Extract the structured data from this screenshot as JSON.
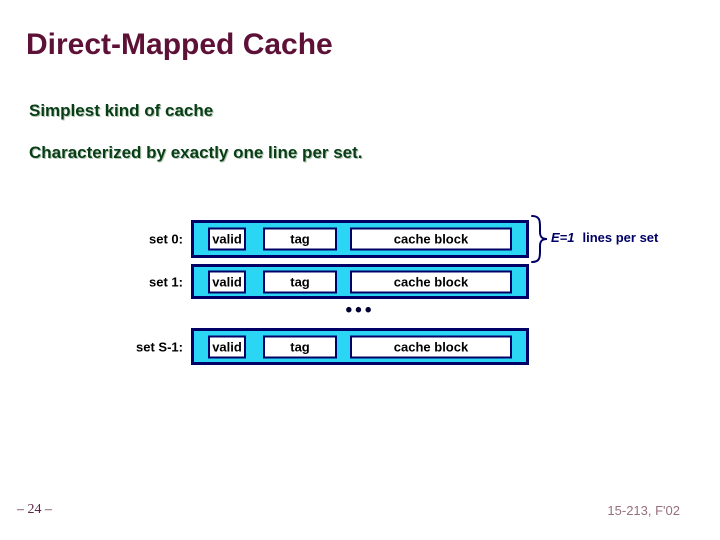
{
  "slide": {
    "title": "Direct-Mapped Cache",
    "bullets": [
      "Simplest kind of cache",
      "Characterized by exactly one line per set."
    ],
    "page_number": "– 24 –",
    "course_footer": "15-213, F'02"
  },
  "diagram": {
    "rows": [
      {
        "label": "set 0:",
        "cells": [
          "valid",
          "tag",
          "cache block"
        ]
      },
      {
        "label": "set 1:",
        "cells": [
          "valid",
          "tag",
          "cache block"
        ]
      },
      {
        "label": "set S-1:",
        "cells": [
          "valid",
          "tag",
          "cache block"
        ]
      }
    ],
    "ellipsis": "•••",
    "annotation": {
      "emphasis": "E=1",
      "text": "lines per set"
    },
    "colors": {
      "title": "#5E1137",
      "body_text": "#073E16",
      "box_fill": "#2BD6F5",
      "box_border": "#000066",
      "annotation": "#000066"
    }
  }
}
